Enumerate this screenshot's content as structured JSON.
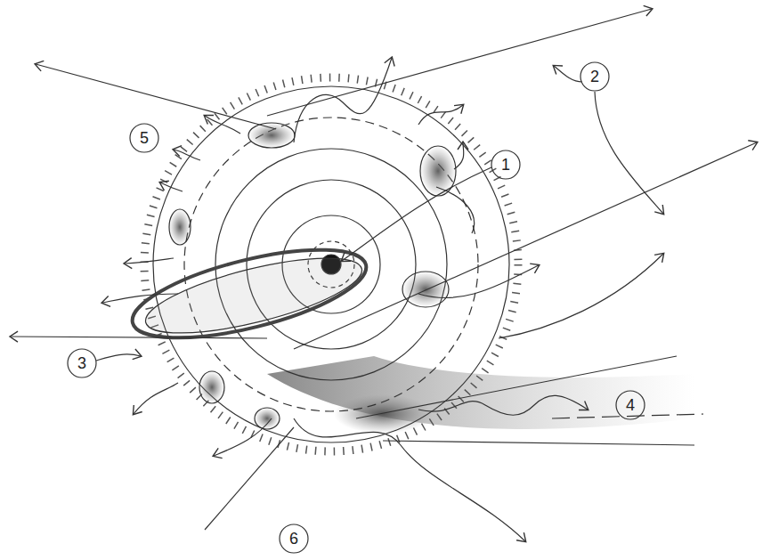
{
  "diagram": {
    "labels": [
      "2",
      "5",
      "1",
      "3",
      "4",
      "6"
    ]
  }
}
